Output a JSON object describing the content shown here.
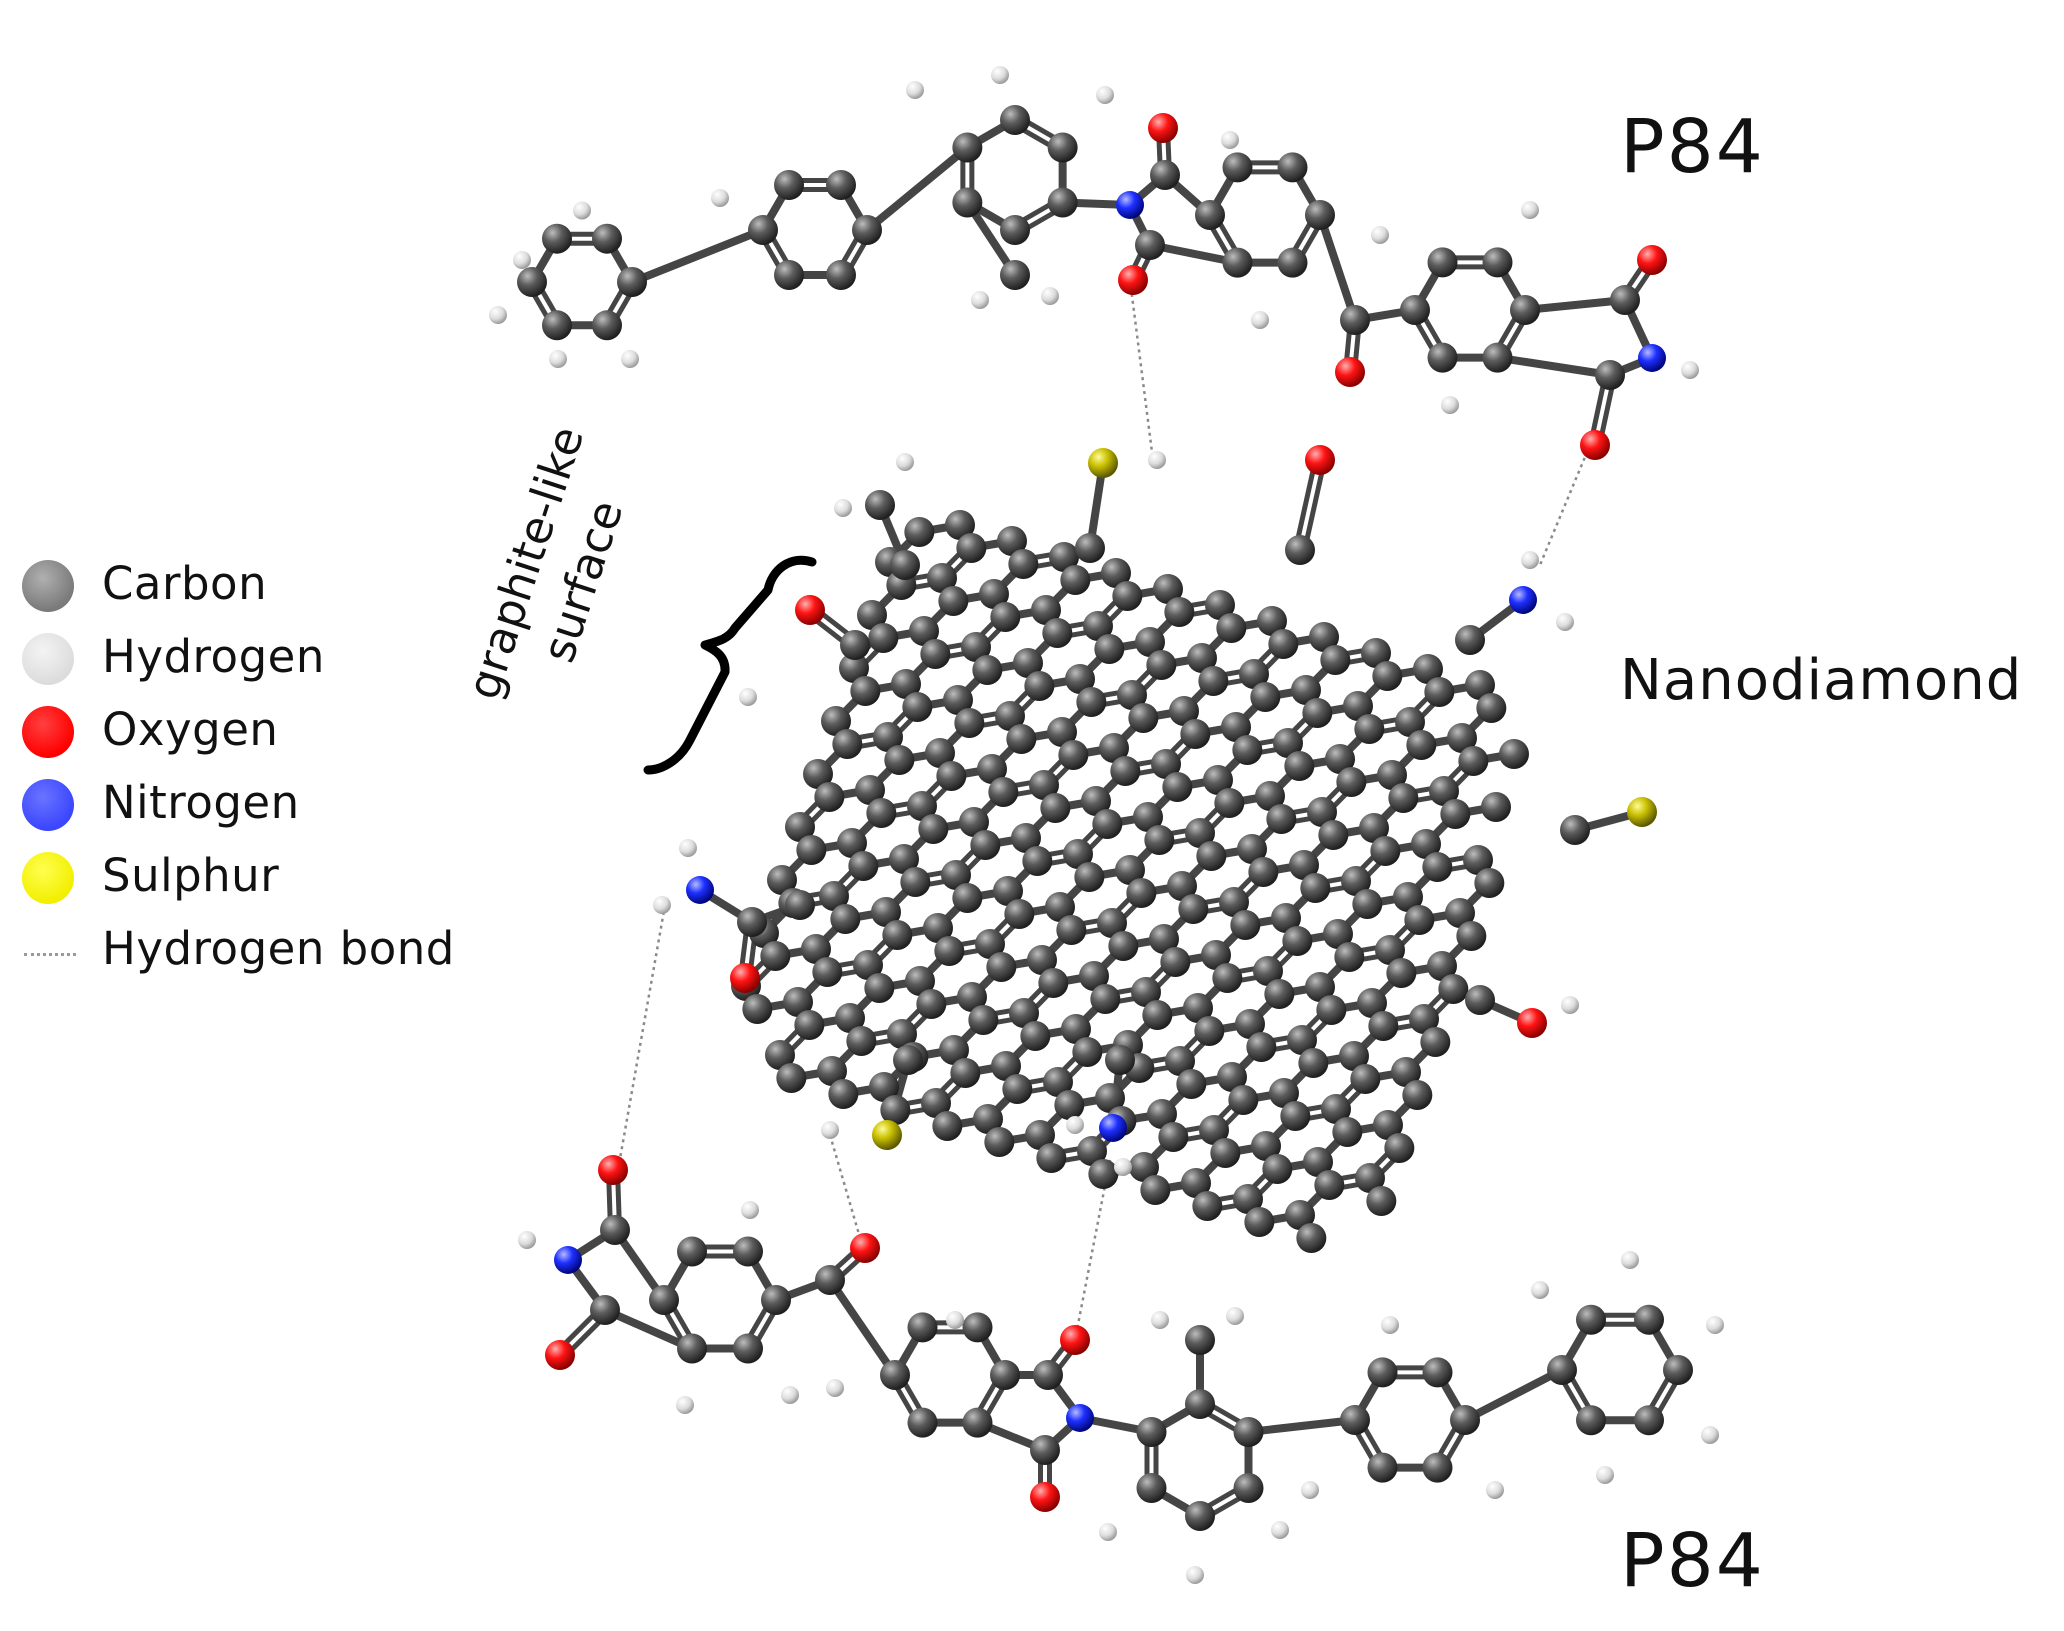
{
  "legend": {
    "carbon": "Carbon",
    "hydrogen": "Hydrogen",
    "oxygen": "Oxygen",
    "nitrogen": "Nitrogen",
    "sulphur": "Sulphur",
    "hbond": "Hydrogen bond"
  },
  "labels": {
    "p84_top": "P84",
    "p84_bottom": "P84",
    "nanodiamond": "Nanodiamond",
    "graphite_line1": "graphite-like",
    "graphite_line2": "surface"
  },
  "colors": {
    "carbon": "#5a5a5a",
    "hydrogen": "#e6e6e6",
    "oxygen": "#ff1010",
    "nitrogen": "#2a3cff",
    "sulphur": "#e8e000"
  }
}
